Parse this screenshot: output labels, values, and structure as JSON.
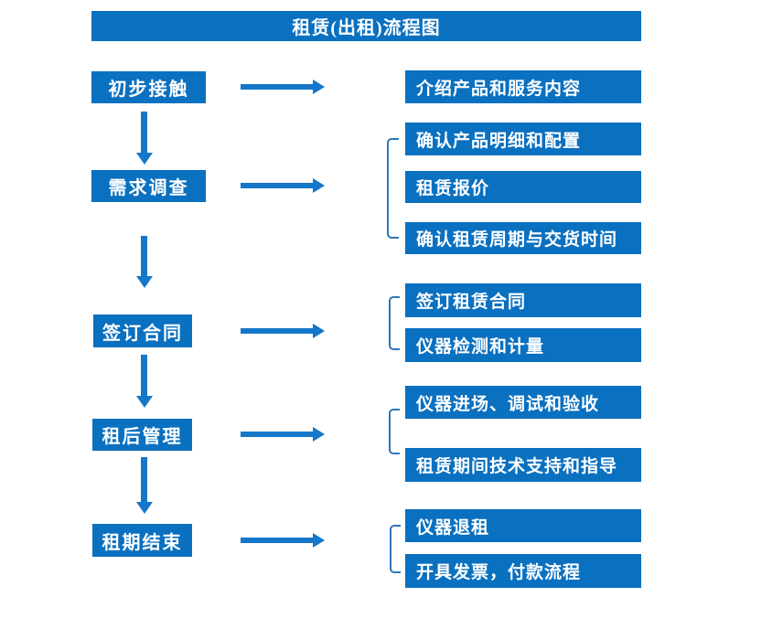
{
  "title": "租赁(出租)流程图",
  "colors": {
    "box_fill": "#0a70c0",
    "arrow": "#1477c9",
    "bracket": "#2e75b6",
    "text": "#ffffff",
    "background": "#ffffff"
  },
  "steps": [
    {
      "label": "初步接触",
      "details": [
        "介绍产品和服务内容"
      ]
    },
    {
      "label": "需求调查",
      "details": [
        "确认产品明细和配置",
        "租赁报价",
        "确认租赁周期与交货时间"
      ]
    },
    {
      "label": "签订合同",
      "details": [
        "签订租赁合同",
        "仪器检测和计量"
      ]
    },
    {
      "label": "租后管理",
      "details": [
        "仪器进场、调试和验收",
        "租赁期间技术支持和指导"
      ]
    },
    {
      "label": "租期结束",
      "details": [
        "仪器退租",
        "开具发票，付款流程"
      ]
    }
  ]
}
